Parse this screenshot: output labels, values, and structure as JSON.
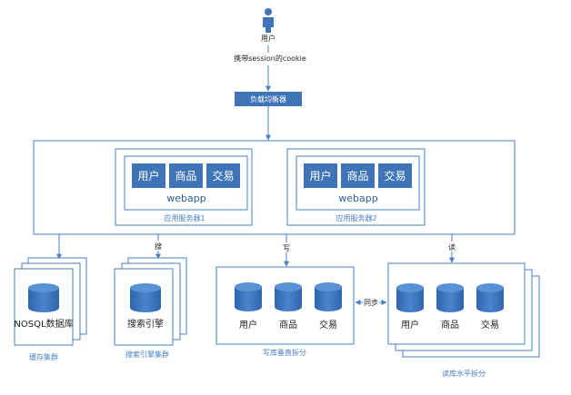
{
  "user": {
    "label": "用户"
  },
  "cookie": {
    "label": "携带session的cookie"
  },
  "load_balancer": {
    "label": "负载均衡器"
  },
  "app_server_1": {
    "modules": [
      "用户",
      "商品",
      "交易"
    ],
    "webapp": "webapp",
    "caption": "应用服务器1"
  },
  "app_server_2": {
    "modules": [
      "用户",
      "商品",
      "交易"
    ],
    "webapp": "webapp",
    "caption": "应用服务器2"
  },
  "edges": {
    "search": "搜",
    "write": "写",
    "read": "读",
    "sync": "同步"
  },
  "cache_cluster": {
    "db_label": "NOSQL数据库",
    "caption": "缓存集群"
  },
  "search_cluster": {
    "db_label": "搜索引擎",
    "caption": "搜索引擎集群"
  },
  "write_db": {
    "dbs": [
      "用户",
      "商品",
      "交易"
    ],
    "caption": "写库垂直拆分"
  },
  "read_db": {
    "dbs": [
      "用户",
      "商品",
      "交易"
    ],
    "caption": "读库水平拆分"
  },
  "colors": {
    "primary": "#4a7fc3",
    "border": "#4a7fc3",
    "lb_fill": "#3f75b8"
  }
}
